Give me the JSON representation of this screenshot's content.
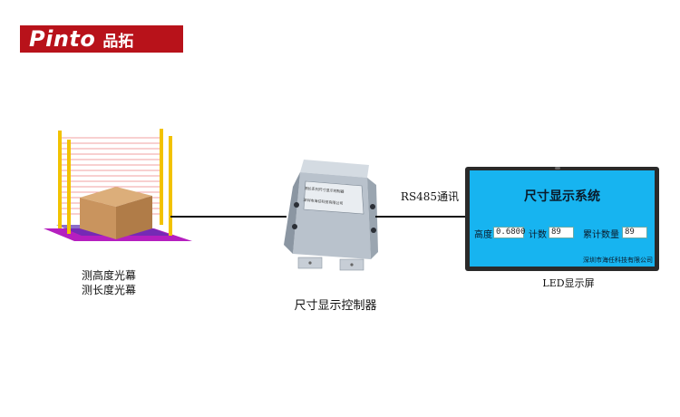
{
  "logo": {
    "brand": "Pinto",
    "brand_cn": "品拓"
  },
  "curtain": {
    "caption_line1": "测高度光幕",
    "caption_line2": "测长度光幕"
  },
  "controller": {
    "caption": "尺寸显示控制器",
    "panel_line1": "测长系列尺寸显示控制器",
    "panel_line2": "深圳市海任科技有限公司"
  },
  "link": {
    "label": "RS485通讯"
  },
  "led": {
    "title": "尺寸显示系统",
    "height_label": "高度",
    "height_value": "0.6800",
    "count_label": "计数",
    "count_value": "89",
    "total_label": "累计数量",
    "total_value": "89",
    "company": "深圳市海任科技有限公司",
    "caption": "LED显示屏"
  },
  "colors": {
    "logo_bg": "#b8121a",
    "curtain_post": "#f2c200",
    "curtain_base": "#b51fbf",
    "box": "#c9945e",
    "led_screen": "#17b4f0",
    "led_frame": "#2a2a2a",
    "controller_body": "#b9c2cc"
  }
}
